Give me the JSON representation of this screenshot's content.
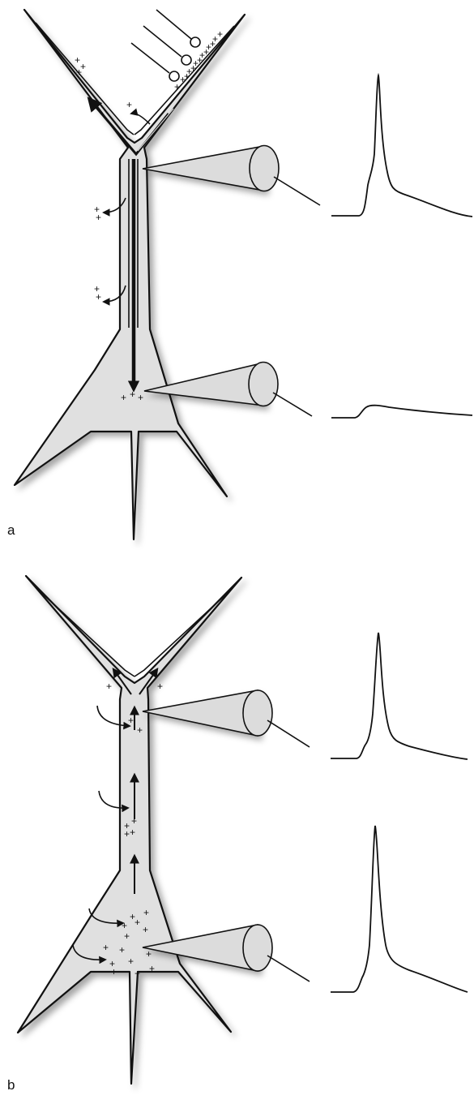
{
  "panels": [
    {
      "label": "a"
    },
    {
      "label": "b"
    }
  ],
  "colors": {
    "neuron_fill": "#e0e0e0",
    "stroke": "#111111",
    "electrode_fill": "#dcdcdc",
    "background": "#ffffff"
  },
  "icons": {
    "charge_marker": "plus-sign",
    "synapse": "circle-terminal",
    "current_flow": "arrow"
  }
}
